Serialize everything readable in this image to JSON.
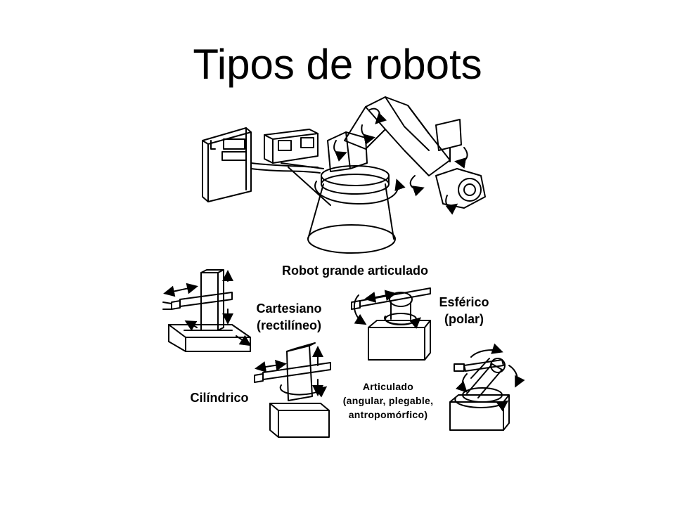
{
  "slide": {
    "title": "Tipos de robots"
  },
  "labels": {
    "large_articulated": "Robot grande articulado",
    "cartesian_line1": "Cartesiano",
    "cartesian_line2": "(rectilíneo)",
    "spherical_line1": "Esférico",
    "spherical_line2": "(polar)",
    "cylindrical": "Cilíndrico",
    "articulated_line1": "Articulado",
    "articulated_line2": "(angular, plegable,",
    "articulated_line3": "antropomórfico)"
  }
}
